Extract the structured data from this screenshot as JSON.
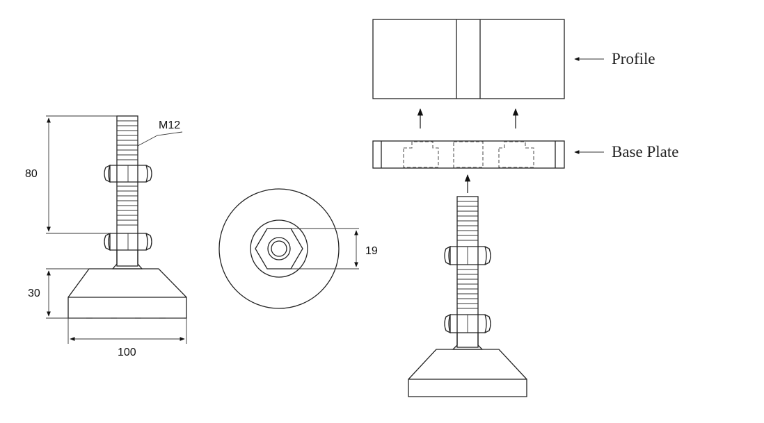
{
  "dimensions": {
    "thread": "M12",
    "thread_length": "80",
    "base_height": "30",
    "base_diameter": "100",
    "hex_size": "19"
  },
  "labels": {
    "profile": "Profile",
    "base_plate": "Base Plate"
  }
}
